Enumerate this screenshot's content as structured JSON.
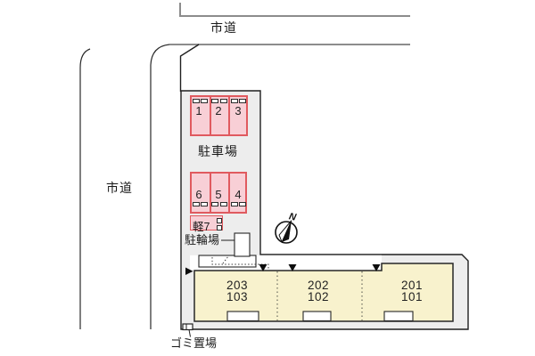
{
  "roads": {
    "top": {
      "label": "市道"
    },
    "left": {
      "label": "市道"
    }
  },
  "parking_lot": {
    "label": "駐車場",
    "stall_rows": [
      {
        "stalls": [
          "1",
          "2",
          "3"
        ]
      },
      {
        "stalls": [
          "6",
          "5",
          "4"
        ]
      }
    ],
    "kei_stall_label": "軽7"
  },
  "bicycle_parking": {
    "label": "駐輪場"
  },
  "compass": {
    "north_label": "N"
  },
  "building": {
    "units": [
      {
        "upper": "203",
        "lower": "103"
      },
      {
        "upper": "202",
        "lower": "102"
      },
      {
        "upper": "201",
        "lower": "101"
      }
    ]
  },
  "garbage_area": {
    "label": "ゴミ置場"
  },
  "colors": {
    "stall_fill": "#f8cfd6",
    "stall_border": "#e05a5f",
    "building_fill": "#f8f2cd",
    "site_fill": "#ededed",
    "road_line": "#8c8c8c",
    "outline": "#1f1f1f"
  }
}
